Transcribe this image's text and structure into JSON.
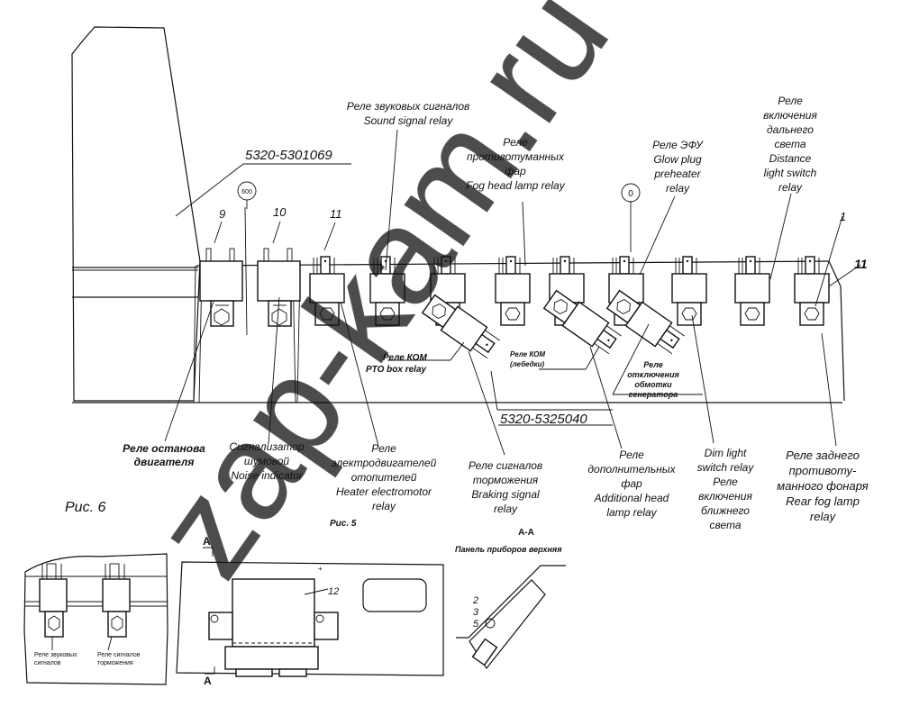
{
  "figure": {
    "main_part_number": "5320-5301069",
    "panel_part_number": "5320-5325040",
    "fig6_label": "Рис. 6",
    "fig5_label": "Рис. 5",
    "section_label": "А-А",
    "section_mark": "А",
    "watermark": "zap-kam.ru"
  },
  "callouts": {
    "n9": "9",
    "n10": "10",
    "n11_top": "11",
    "n1": "1",
    "n11_right": "11",
    "n12": "12",
    "n2": "2",
    "n3": "3",
    "n5": "5",
    "circle_600": "600",
    "circle_0": "0"
  },
  "top_labels": {
    "sound_signal": [
      "Реле звуковых сигналов",
      "Sound signal relay"
    ],
    "fog_head": [
      "Реле",
      "противотуманных",
      "фар",
      "Fog head lamp relay"
    ],
    "glow_plug": [
      "Реле ЭФУ",
      "Glow plug",
      "preheater",
      "relay"
    ],
    "distance_light": [
      "Реле",
      "включения",
      "дальнего",
      "света",
      "Distance",
      "light switch",
      "relay"
    ]
  },
  "inner_labels": {
    "pto_box": [
      "Реле КОМ",
      "PTO box relay"
    ],
    "pto_winch": [
      "Реле КОМ",
      "(лебедки)"
    ],
    "generator": [
      "Реле",
      "отключения",
      "обмотки",
      "генератора"
    ]
  },
  "bottom_labels": {
    "engine_stop": [
      "Реле останова",
      "двигателя"
    ],
    "noise": [
      "Сигнализатор",
      "шумовой",
      "Noise indicator"
    ],
    "heater": [
      "Реле",
      "электродвигателей",
      "отопителей",
      "Heater electromotor",
      "relay"
    ],
    "braking": [
      "Реле сигналов",
      "торможения",
      "Braking signal",
      "relay"
    ],
    "additional_head": [
      "Реле",
      "дополнительных",
      "фар",
      "Additional head",
      "lamp relay"
    ],
    "dim_light": [
      "Dim light",
      "switch relay",
      "Реле",
      "включения",
      "ближнего",
      "света"
    ],
    "rear_fog": [
      "Реле заднего",
      "противоту-",
      "манного фонаря",
      "Rear fog lamp",
      "relay"
    ]
  },
  "fig6": {
    "relay_a": [
      "Реле звуковых",
      "сигналов"
    ],
    "relay_b": [
      "Реле сигналов",
      "торможения"
    ]
  },
  "section": {
    "panel_label": "Панель приборов верхняя"
  }
}
